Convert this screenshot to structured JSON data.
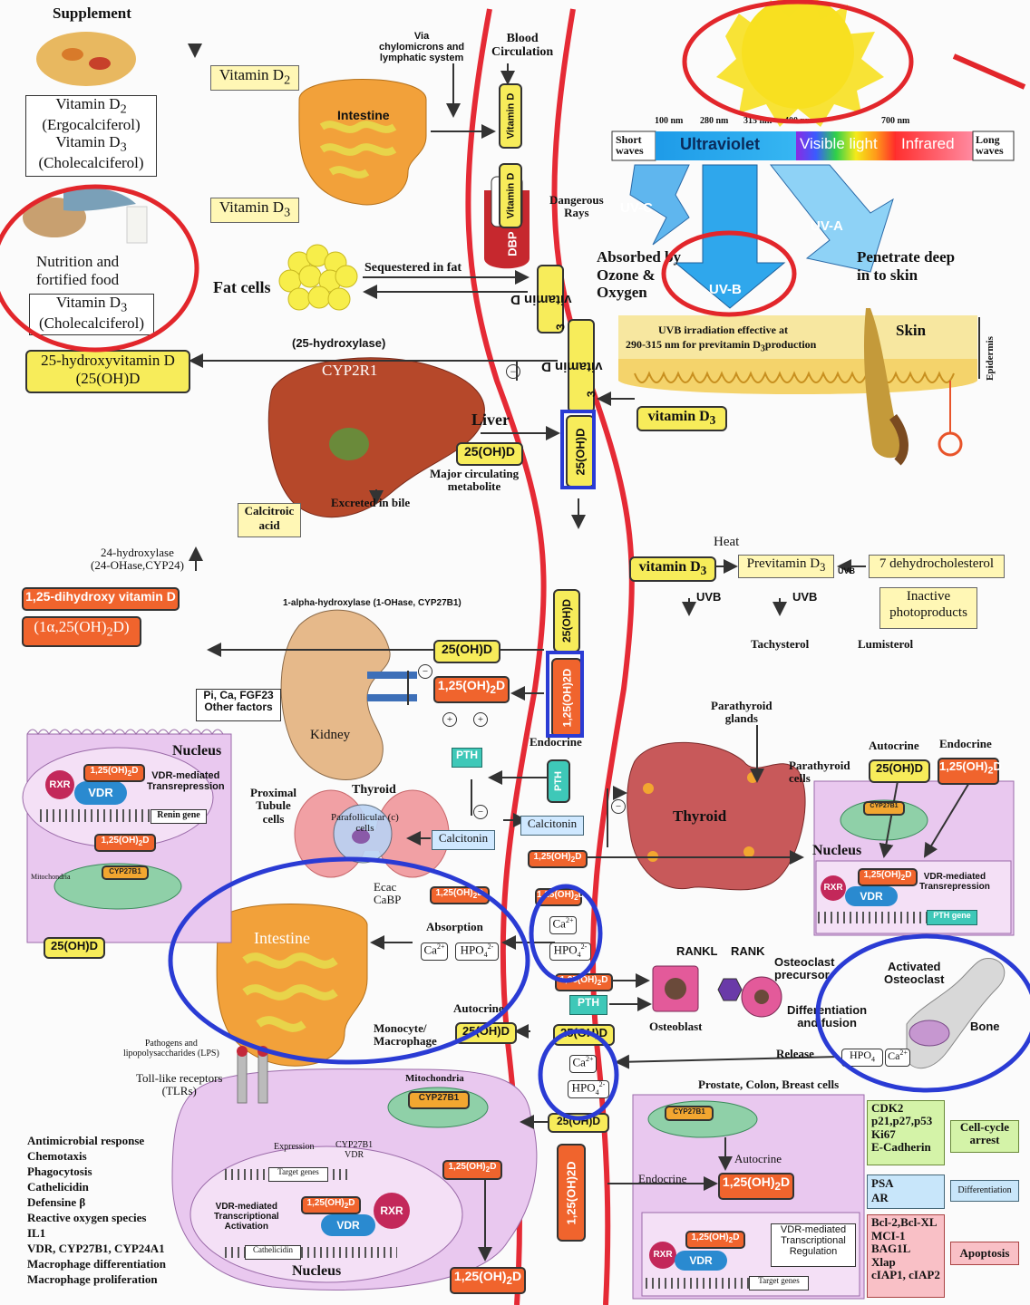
{
  "supplement": {
    "title": "Supplement",
    "vitamin_d2": "Vitamin D",
    "vitamin_d2_sub": "2",
    "ergocalciferol": "(Ergocalciferol)",
    "vitamin_d3": "Vitamin D",
    "vitamin_d3_sub": "3",
    "cholecalciferol": "(Cholecalciferol)"
  },
  "nutrition": {
    "label_line1": "Nutrition and",
    "label_line2": "fortified food",
    "vitamin": "Vitamin D",
    "vitamin_sub": "3",
    "cholecalciferol": "(Cholecalciferol)"
  },
  "top": {
    "vitamin_d2_tag": "Vitamin D",
    "vitamin_d2_sub": "2",
    "vitamin_d3_tag": "Vitamin D",
    "vitamin_d3_sub": "3",
    "intestine": "Intestine",
    "chylomicrons": "Via\nchylomicrons and\nlymphatic system",
    "blood_circulation": "Blood\nCirculation",
    "vitamin_d_vertical": "Vitamin D",
    "dbp": "DBP",
    "fat_cells": "Fat cells",
    "sequestered": "Sequestered in fat",
    "vitamin_d3_vertical_a": "vitamin D",
    "vitamin_d3_vertical_b": "vitamin D",
    "sub3": "3"
  },
  "spectrum": {
    "nm100": "100 nm",
    "nm280": "280 nm",
    "nm315": "315 nm",
    "nm400": "400 nm",
    "nm700": "700 nm",
    "short_waves": "Short\nwaves",
    "ultraviolet": "Ultraviolet",
    "visible": "Visible light",
    "infrared": "Infrared",
    "long_waves": "Long\nwaves",
    "dangerous": "Dangerous\nRays",
    "uvc": "UV-C",
    "uvb": "UV-B",
    "uva": "UV-A",
    "absorbed": "Absorbed by\nOzone &\nOxygen",
    "penetrate": "Penetrate deep\nin to skin"
  },
  "skin": {
    "uvb_text1": "UVB irradiation effective at",
    "uvb_text2": "290-315 nm for previtamin D",
    "uvb_text2_sub": "3",
    "uvb_text2_end": "production",
    "skin": "Skin",
    "epidermis": "Epidermis",
    "vitamin_d3": "vitamin D",
    "vitamin_d3_sub": "3"
  },
  "liver": {
    "hydroxylase": "(25-hydroxylase)",
    "cyp2r1": "CYP2R1",
    "box_line1": "25-hydroxyvitamin D",
    "box_line2": "(25(OH)D",
    "liver": "Liver",
    "oh25": "25(OH)D",
    "major": "Major circulating\nmetabolite",
    "excreted": "Excreted in bile",
    "calcitroic": "Calcitroic\nacid",
    "oh_vertical": "25(OH)D",
    "minus": "−",
    "hydroxylase24": "24-hydroxylase\n(24-OHase,CYP24)"
  },
  "photo": {
    "heat": "Heat",
    "vitamin_d3": "vitamin D",
    "sub3": "3",
    "previtamin": "Previtamin D",
    "uvb": "UVB",
    "dehydro": "7 dehydrocholesterol",
    "uvb2": "UVB",
    "uvb3": "UVB",
    "inactive": "Inactive\nphotoproducts",
    "tachysterol": "Tachysterol",
    "lumisterol": "Lumisterol"
  },
  "kidney": {
    "dihydroxy": "1,25-dihydroxy vitamin D",
    "alpha": "(1α,25(OH)",
    "alpha_sub": "2",
    "alpha_end": "D)",
    "hydroxylase1": "1-alpha-hydroxylase (1-OHase, CYP27B1)",
    "oh25": "25(OH)D",
    "oh125": "1,25(OH)",
    "oh125_sub": "2",
    "oh125_end": "D",
    "regulators": "Pi, Ca, FGF23\nOther factors",
    "kidney": "Kidney",
    "proximal": "Proximal\nTubule\ncells",
    "oh25_vertical": "25(OH)D",
    "oh125_vertical": "1,25(OH)2D",
    "endocrine": "Endocrine",
    "pth": "PTH",
    "pth_vertical": "PTH",
    "plus": "+",
    "minus": "−"
  },
  "renin_cell": {
    "nucleus": "Nucleus",
    "rxr": "RXR",
    "vdr": "VDR",
    "oh125": "1,25(OH)",
    "oh125_sub": "2",
    "oh125_end": "D",
    "repression": "VDR-mediated\nTransrepression",
    "renin": "Renin gene",
    "cyp27b1": "CYP27B1",
    "mitochondria": "Mitochondria",
    "oh25": "25(OH)D"
  },
  "thyroid": {
    "thyroid_small": "Thyroid",
    "parafollicular": "Parafollicular (c)\ncells",
    "calcitonin": "Calcitonin",
    "calcitonin2": "Calcitonin",
    "oh125": "1,25(OH)",
    "oh125_sub": "2",
    "oh125_end": "D",
    "parathyroid": "Parathyroid\nglands",
    "thyroid_big": "Thyroid",
    "parathyroid_cells": "Parathyroid\ncells",
    "autocrine": "Autocrine",
    "endocrine": "Endocrine",
    "oh25": "25(OH)D",
    "nucleus": "Nucleus",
    "cyp27b1": "CYP27B1",
    "rxr": "RXR",
    "vdr": "VDR",
    "repression": "VDR-mediated\nTransrepression",
    "pth_gene": "PTH gene"
  },
  "intestine": {
    "ecac": "Ecac\nCaBP",
    "oh125": "1,25(OH)",
    "oh125_sub": "2",
    "oh125_end": "D",
    "absorption": "Absorption",
    "intestine": "Intestine",
    "ca": "Ca",
    "ca_sup": "2+",
    "hpo4": "HPO",
    "hpo4_sub": "4",
    "hpo4_sup": "2-"
  },
  "bone": {
    "rankl": "RANKL",
    "rank": "RANK",
    "precursor": "Osteoclast\nprecursor",
    "activated": "Activated\nOsteoclast",
    "differentiation": "Differentiation\nand fusion",
    "osteoblast": "Osteoblast",
    "bone": "Bone",
    "pth": "PTH",
    "release": "Release",
    "oh125": "1,25(OH)",
    "oh125_sub": "2",
    "oh125_end": "D"
  },
  "macrophage": {
    "monocyte": "Monocyte/\nMacrophage",
    "autocrine": "Autocrine",
    "oh25": "25(OH)D",
    "pathogens": "Pathogens and\nlipopolysaccharides (LPS)",
    "tlr": "Toll-like receptors\n(TLRs)",
    "mitochondria": "Mitochondria",
    "cyp27b1": "CYP27B1",
    "expression": "Expression",
    "cyp27b1_vdr": "CYP27B1\nVDR",
    "target_genes": "Target genes",
    "activation": "VDR-mediated\nTranscriptional\nActivation",
    "cathelicidin": "Cathelicidin",
    "nucleus": "Nucleus",
    "rxr": "RXR",
    "vdr": "VDR",
    "oh125": "1,25(OH)",
    "oh125_sub": "2",
    "oh125_end": "D",
    "responses": [
      "Antimicrobial response",
      "Chemotaxis",
      "Phagocytosis",
      "Cathelicidin",
      "Defensine β",
      "Reactive oxygen species",
      "IL1",
      "VDR, CYP27B1, CYP24A1",
      "Macrophage differentiation",
      "Macrophage proliferation"
    ]
  },
  "prostate": {
    "title": "Prostate, Colon, Breast cells",
    "cyp27b1": "CYP27B1",
    "autocrine": "Autocrine",
    "endocrine": "Endocrine",
    "oh125": "1,25(OH)",
    "oh125_sub": "2",
    "oh125_end": "D",
    "rxr": "RXR",
    "vdr": "VDR",
    "regulation": "VDR-mediated\nTranscriptional\nRegulation",
    "target_genes": "Target genes",
    "cell_cycle_genes": "CDK2\np21,p27,p53\nKi67\nE-Cadherin",
    "cell_cycle": "Cell-cycle\narrest",
    "diff_genes": "PSA\nAR",
    "differentiation": "Differentiation",
    "apop_genes": "Bcl-2,Bcl-XL\nMCI-1\nBAG1L\nXlap\ncIAP1, cIAP2",
    "apoptosis": "Apoptosis",
    "ca": "Ca",
    "hpo4": "HPO"
  },
  "circulation": {
    "oh125_vertical_bottom": "1,25(OH)2D",
    "oh125_bottom": "1,25(OH)",
    "oh125_bottom_sub": "2",
    "oh125_bottom_end": "D",
    "oh25_short": "25(OH)D"
  },
  "colors": {
    "red_line": "#e52a35",
    "annotation_red": "#e2262b",
    "annotation_blue": "#2a3bd4",
    "yellow_box": "#f7ec5a",
    "orange_box": "#f0642d",
    "cell_purple": "#e9c8ef"
  }
}
